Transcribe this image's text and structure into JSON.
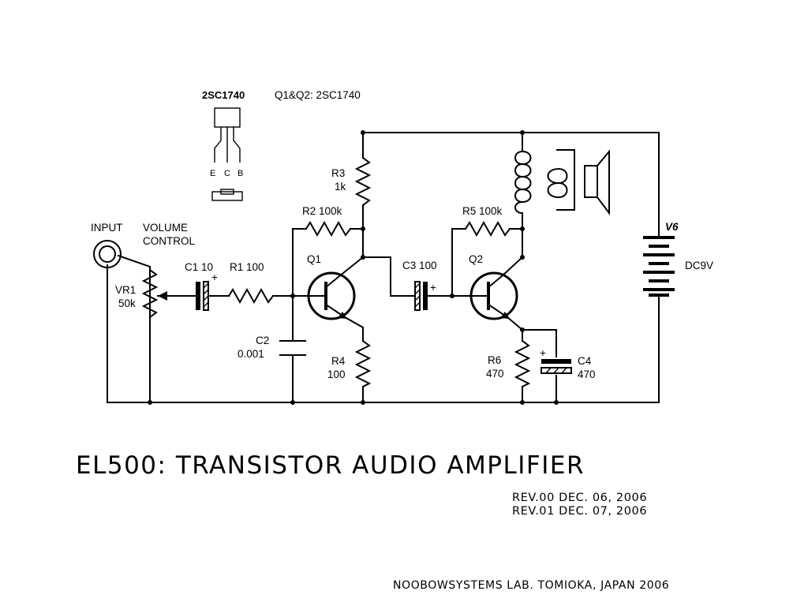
{
  "pinout": {
    "part_label": "2SC1740",
    "pin_e": "E",
    "pin_c": "C",
    "pin_b": "B"
  },
  "transistor_note": "Q1&Q2: 2SC1740",
  "input": {
    "label": "INPUT"
  },
  "volume": {
    "line1": "VOLUME",
    "line2": "CONTROL"
  },
  "components": {
    "vr1_name": "VR1",
    "vr1_value": "50k",
    "c1": "C1 10",
    "r1": "R1  100",
    "c2_name": "C2",
    "c2_value": "0.001",
    "r2": "R2 100k",
    "r3_name": "R3",
    "r3_value": "1k",
    "q1": "Q1",
    "r4_name": "R4",
    "r4_value": "100",
    "c3": "C3  100",
    "q2": "Q2",
    "r5": "R5 100k",
    "r6_name": "R6",
    "r6_value": "470",
    "c4_name": "C4",
    "c4_value": "470",
    "battery_name": "V6",
    "battery_value": "DC9V",
    "plus": "+"
  },
  "title": "EL500: TRANSISTOR AUDIO AMPLIFIER",
  "revisions": [
    "REV.00  DEC. 06, 2006",
    "REV.01  DEC. 07, 2006"
  ],
  "footer": "NOOBOWSYSTEMS LAB. TOMIOKA, JAPAN 2006"
}
